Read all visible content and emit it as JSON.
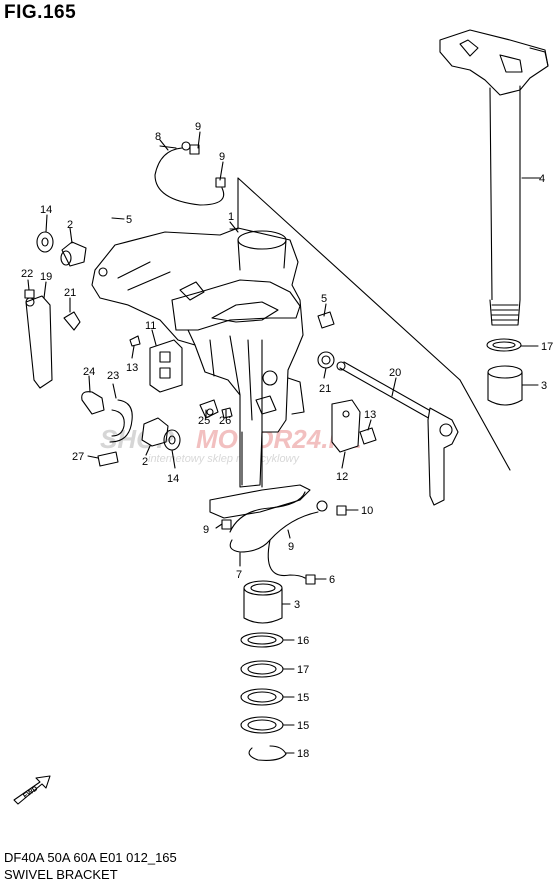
{
  "figure": {
    "title": "FIG.165",
    "code": "DF40A 50A 60A E01 012_165",
    "name": "SWIVEL BRACKET"
  },
  "watermark": {
    "brand_left": "SHOP",
    "brand_right": "MOTOR24.PL",
    "tagline": "internetowy sklep motocyklowy"
  },
  "fwd_label": "FWD",
  "callouts": [
    "1",
    "2",
    "2",
    "3",
    "3",
    "4",
    "5",
    "5",
    "6",
    "7",
    "8",
    "9",
    "9",
    "9",
    "9",
    "10",
    "11",
    "12",
    "13",
    "13",
    "14",
    "14",
    "15",
    "15",
    "16",
    "17",
    "17",
    "18",
    "19",
    "20",
    "21",
    "21",
    "22",
    "23",
    "24",
    "25",
    "26",
    "27"
  ],
  "colors": {
    "line": "#000000",
    "watermark_gray": "#d0d0d0",
    "watermark_red": "#f0b8b8"
  }
}
